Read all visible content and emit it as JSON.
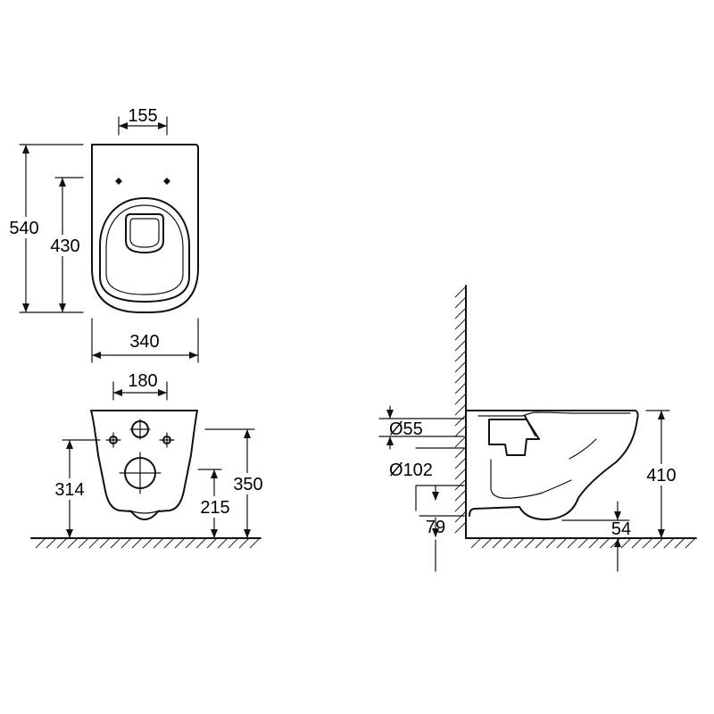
{
  "top_view": {
    "dim_width_top": "155",
    "dim_height_total": "540",
    "dim_height_inner": "430",
    "dim_width_total": "340"
  },
  "front_view": {
    "dim_width_top": "180",
    "dim_left_height": "314",
    "dim_right_height_total": "350",
    "dim_right_height_inner": "215"
  },
  "side_view": {
    "dim_pipe_small": "Ø55",
    "dim_pipe_large": "Ø102",
    "dim_bottom_left": "79",
    "dim_height": "410",
    "dim_bottom_right": "54"
  }
}
